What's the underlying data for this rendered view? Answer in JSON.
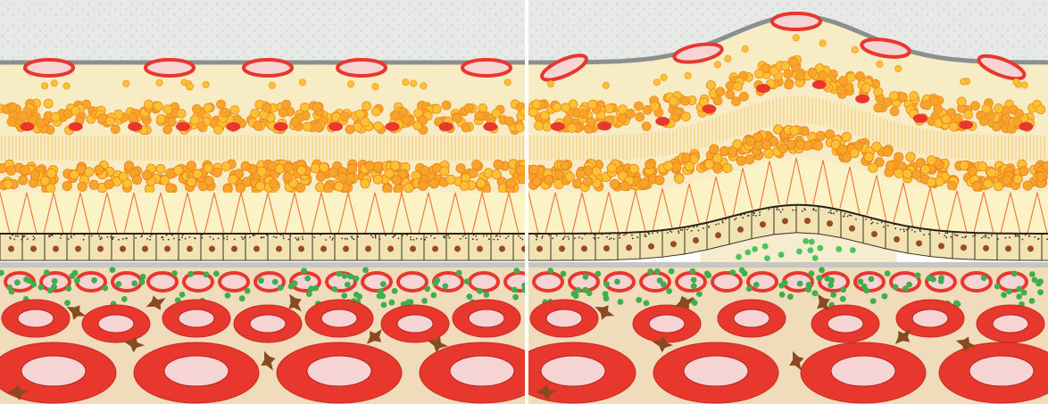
{
  "figure": {
    "panels": [
      {
        "name": "normal-retina",
        "elevation": 0
      },
      {
        "name": "elevated-retina",
        "elevation": 1
      }
    ],
    "colors": {
      "background": "#ffffff",
      "vitreous": "#e7e9e6",
      "vitreous_dots": "#b9bebb",
      "inner_membrane": "#8a8f8f",
      "vessel_red": "#e8382e",
      "vessel_lumen": "#f7d4d4",
      "cream_layer": "#f8ecc5",
      "nuclei_orange": "#f6a52a",
      "nuclei_yellow": "#fcc233",
      "fiber_lines": "#f5b64a",
      "photoreceptor_cell": "#fbf3c6",
      "photoreceptor_outline": "#f07a3c",
      "rpe_cell": "#f2e3b3",
      "rpe_nucleus": "#9b4a23",
      "rpe_pigment": "#3c3226",
      "bruchs_membrane": "#c6c6c2",
      "choroid_bg": "#f0dcbb",
      "choroid_green": "#3fae4c",
      "melanocyte": "#8a4a20",
      "fluid_green": "#4cc45a"
    },
    "icons": [
      "capillary",
      "nucleus",
      "photoreceptor",
      "rpe-cell",
      "melanocyte",
      "green-granule"
    ]
  }
}
